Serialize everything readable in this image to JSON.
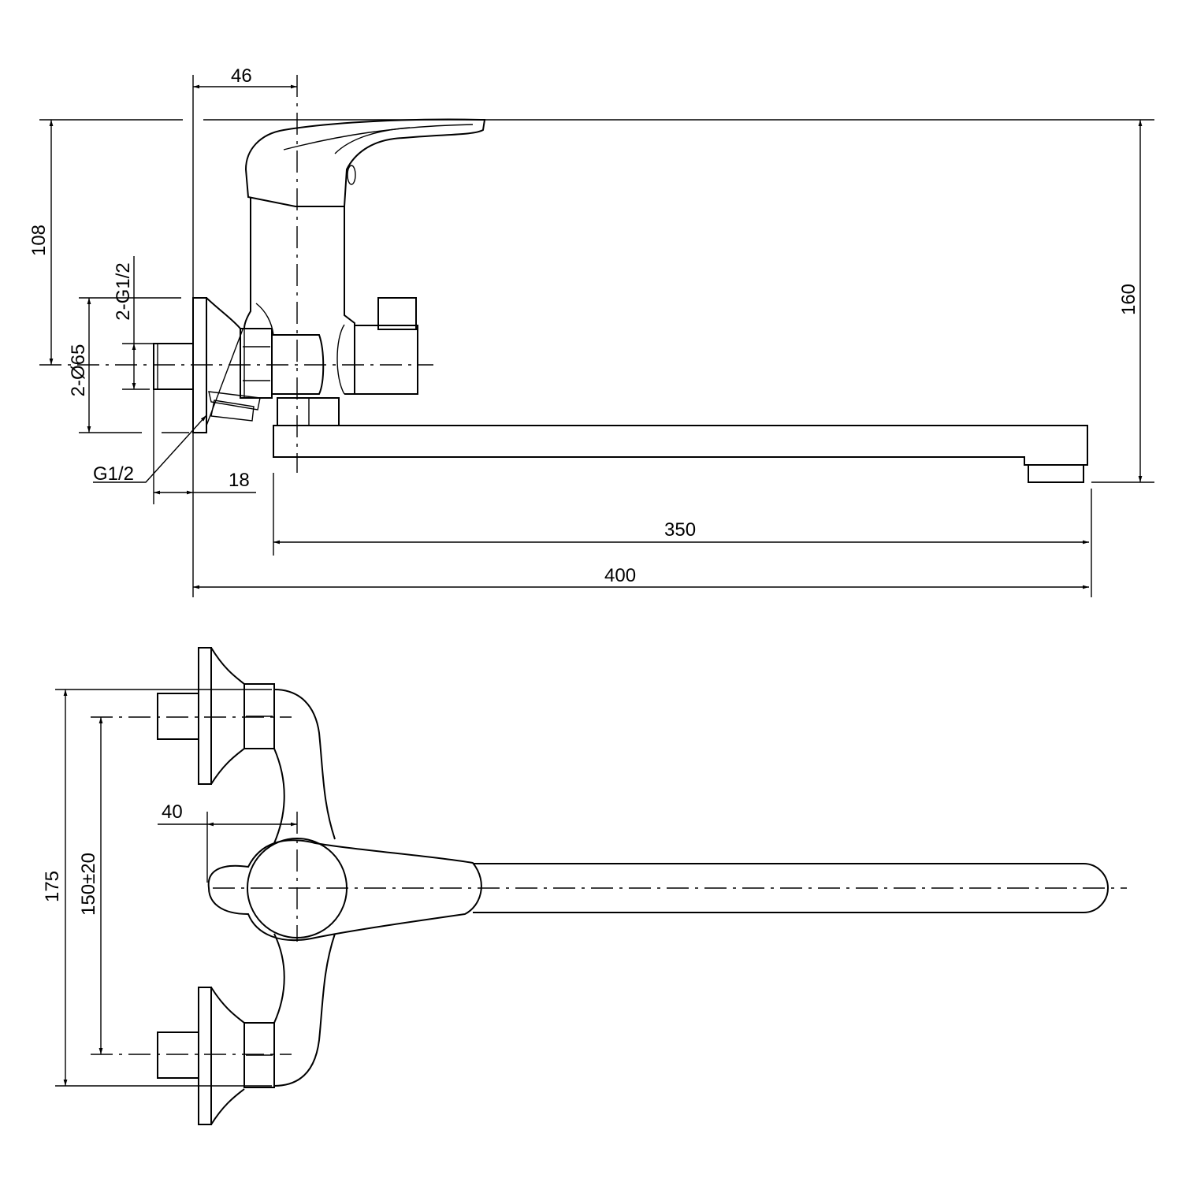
{
  "front_view": {
    "dim_46": "46",
    "dim_108": "108",
    "dim_2_g12": "2-G1/2",
    "dim_2_d65": "2-Ø65",
    "label_g12": "G1/2",
    "dim_18": "18",
    "dim_350": "350",
    "dim_400": "400",
    "dim_160": "160"
  },
  "top_view": {
    "dim_175": "175",
    "dim_150": "150±20",
    "dim_40": "40"
  }
}
